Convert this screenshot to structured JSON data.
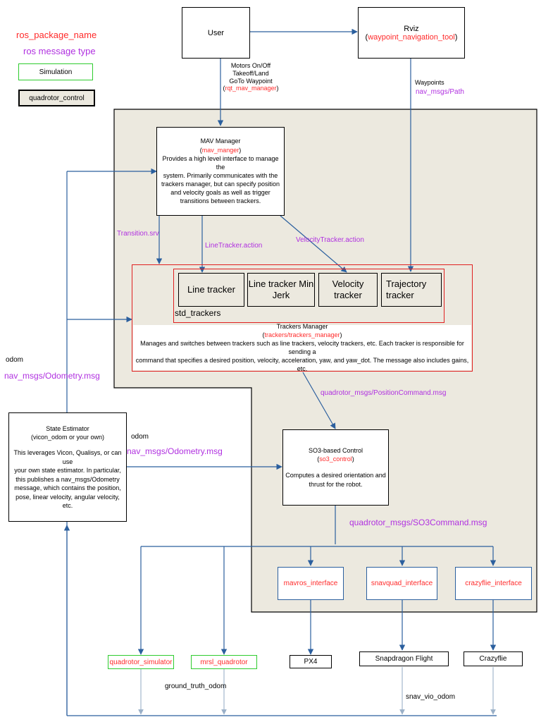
{
  "legend": {
    "package_label": "ros_package_name",
    "message_label": "ros message type",
    "simulation_label": "Simulation",
    "control_label": "quadrotor_control"
  },
  "colors": {
    "package": "#ff2a2a",
    "message": "#b030e0",
    "simulation_border": "#2ecc2e",
    "control_background": "#ece9df",
    "arrow": "#2b5f9e",
    "trackers_border": "#e02020"
  },
  "user": {
    "title": "User"
  },
  "rviz": {
    "title": "Rviz",
    "package": "waypoint_navigation_tool"
  },
  "user_commands": {
    "lines": [
      "Motors On/Off",
      "Takeoff/Land",
      "GoTo Waypoint"
    ],
    "package": "rqt_mav_manager"
  },
  "waypoints": {
    "label": "Waypoints",
    "message": "nav_msgs/Path"
  },
  "mav_manager": {
    "title": "MAV Manager",
    "package": "mav_manger",
    "description": [
      "Provides a high level interface to manage the",
      "system. Primarily communicates with the",
      "trackers manager, but can specify position",
      "and velocity goals as well as trigger",
      "transitions between trackers."
    ]
  },
  "edges": {
    "transition": "Transition.srv",
    "line_tracker_action": "LineTracker.action",
    "velocity_tracker_action": "VelocityTracker.action",
    "position_command": "quadrotor_msgs/PositionCommand.msg",
    "so3_command": "quadrotor_msgs/SO3Command.msg",
    "ground_truth": "ground_truth_odom",
    "snav_vio": "snav_vio_odom"
  },
  "trackers": {
    "group_label": "std_trackers",
    "items": [
      {
        "lines": [
          "Line tracker"
        ]
      },
      {
        "lines": [
          "Line tracker Min",
          "Jerk"
        ]
      },
      {
        "lines": [
          "Velocity",
          "tracker"
        ]
      },
      {
        "lines": [
          "Trajectory",
          "tracker"
        ]
      }
    ]
  },
  "trackers_manager": {
    "title": "Trackers Manager",
    "package": "trackers/trackers_manager",
    "description": [
      "Manages and switches between trackers such as line trackers, velocity trackers, etc. Each tracker is responsible for sending a",
      "command that specifies a desired position, velocity, acceleration, yaw, and yaw_dot. The message also includes gains, etc."
    ]
  },
  "odom_left": {
    "label": "odom",
    "message": "nav_msgs/Odometry.msg"
  },
  "odom_mid": {
    "label": "odom",
    "message": "nav_msgs/Odometry.msg"
  },
  "state_estimator": {
    "title": "State Estimator",
    "subtitle": "(vicon_odom or your own)",
    "description": [
      "This leverages Vicon, Qualisys, or can use",
      "your own state estimator. In particular,",
      "this publishes a nav_msgs/Odometry",
      "message, which contains the position,",
      "pose, linear velocity, angular velocity,",
      "etc."
    ]
  },
  "so3_control": {
    "title": "SO3-based Control",
    "package": "so3_control",
    "description": [
      "Computes a desired orientation and",
      "thrust for the robot."
    ]
  },
  "interfaces": [
    "mavros_interface",
    "snavquad_interface",
    "crazyflie_interface"
  ],
  "simulators": [
    "quadrotor_simulator",
    "mrsl_quadrotor"
  ],
  "hardware": [
    "PX4",
    "Snapdragon Flight",
    "Crazyflie"
  ]
}
